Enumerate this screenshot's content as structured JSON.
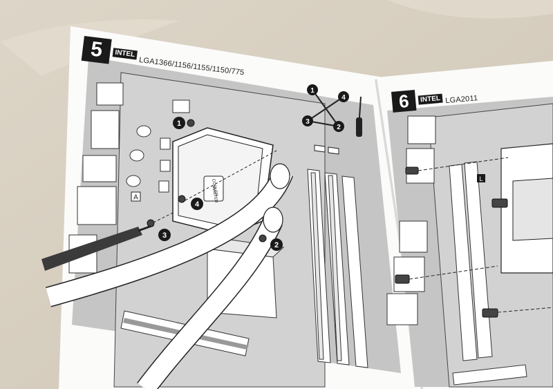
{
  "left_page": {
    "step_number": "5",
    "brand": "INTEL",
    "socket": "LGA1366/1156/1155/1150/775",
    "callouts": [
      "1",
      "2",
      "3",
      "4"
    ],
    "diagram_order": [
      "1",
      "4",
      "3",
      "2"
    ],
    "marker": "A",
    "logo_lines": [
      "COOLER",
      "MASTER"
    ]
  },
  "right_page": {
    "step_number": "6",
    "brand": "INTEL",
    "socket": "LGA2011",
    "marker": "L"
  },
  "colors": {
    "background": "#d9d1c3",
    "paper": "#ffffff",
    "diagram_gray": "#c4c4c4",
    "line": "#222222"
  }
}
